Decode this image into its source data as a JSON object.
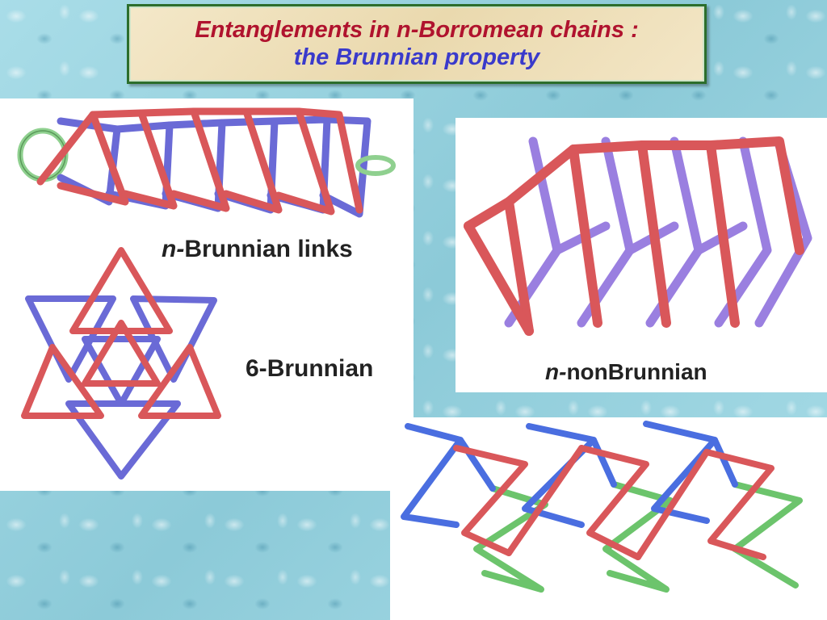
{
  "title": {
    "line1": "Entanglements in n-Borromean chains :",
    "line2": "the Brunnian property"
  },
  "captions": {
    "n_brunnian_prefix": "n-",
    "n_brunnian_suffix": "Brunnian links",
    "six_brunnian_prefix": "6-",
    "six_brunnian_suffix": "Brunnian",
    "n_nonbrunnian_prefix": "n-",
    "n_nonbrunnian_suffix": "nonBrunnian"
  },
  "colors": {
    "red": "#d9575a",
    "blue": "#6a6ad6",
    "purple": "#9a7fe0",
    "green": "#6cc46c",
    "title_red": "#b0132e",
    "title_blue": "#3a3acb"
  }
}
